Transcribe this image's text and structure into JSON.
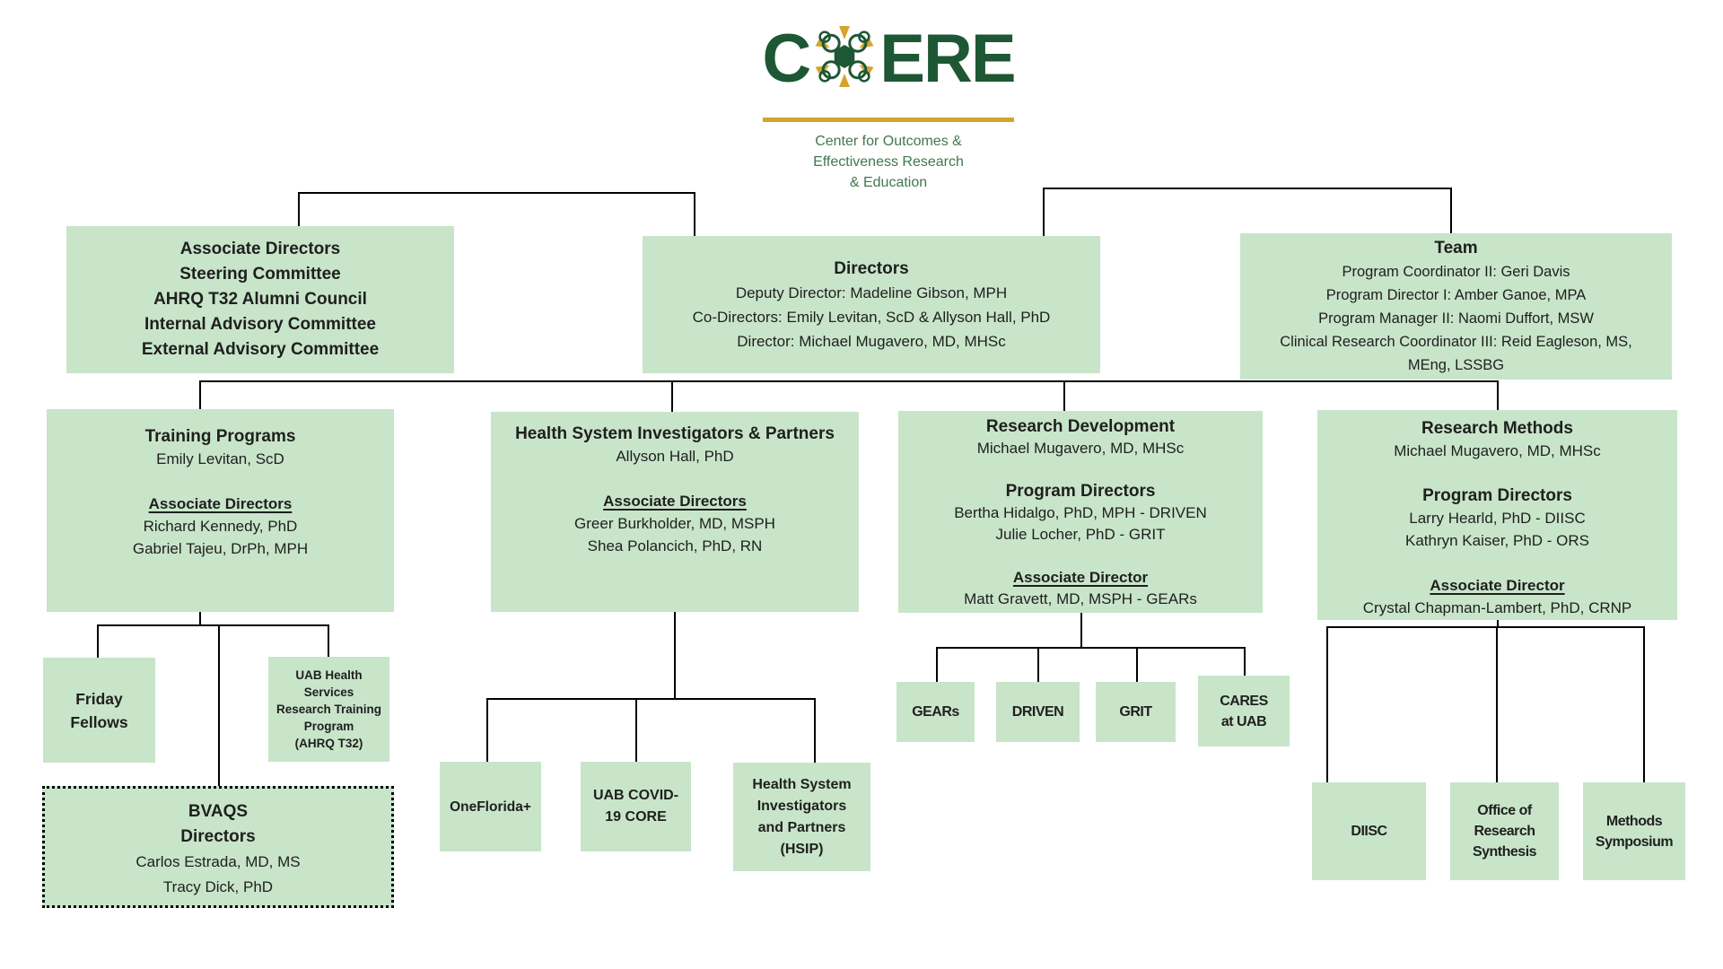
{
  "colors": {
    "box_fill": "#c8e5c9",
    "brand_green": "#1d5733",
    "tagline_green": "#40784f",
    "gold": "#d5a42b",
    "connector": "#000000"
  },
  "logo": {
    "word_start": "C",
    "word_end": "ERE",
    "tagline": [
      "Center for Outcomes &",
      "Effectiveness Research",
      "& Education"
    ]
  },
  "top_left": {
    "lines": [
      "Associate Directors",
      "Steering Committee",
      "AHRQ T32 Alumni Council",
      "Internal Advisory Committee",
      "External Advisory Committee"
    ]
  },
  "directors": {
    "title": "Directors",
    "lines": [
      "Deputy Director: Madeline Gibson, MPH",
      "Co-Directors: Emily Levitan, ScD & Allyson Hall, PhD",
      "Director: Michael Mugavero, MD, MHSc"
    ]
  },
  "team": {
    "title": "Team",
    "lines": [
      "Program Coordinator II: Geri Davis",
      "Program Director I: Amber Ganoe, MPA",
      "Program Manager II: Naomi Duffort, MSW",
      "Clinical Research Coordinator III: Reid Eagleson, MS,",
      "MEng, LSSBG"
    ]
  },
  "training": {
    "title": "Training Programs",
    "lead": "Emily Levitan, ScD",
    "section_title": "Associate Directors",
    "members": [
      "Richard Kennedy, PhD",
      "Gabriel Tajeu, DrPh, MPH"
    ]
  },
  "hsp": {
    "title": "Health System Investigators & Partners",
    "lead": "Allyson Hall, PhD",
    "section_title": "Associate Directors",
    "members": [
      "Greer Burkholder, MD, MSPH",
      "Shea Polancich, PhD, RN"
    ]
  },
  "research_dev": {
    "title": "Research Development",
    "lead": "Michael Mugavero, MD, MHSc",
    "pd_title": "Program Directors",
    "pd_members": [
      "Bertha Hidalgo, PhD, MPH - DRIVEN",
      "Julie Locher, PhD - GRIT"
    ],
    "ad_title": "Associate Director",
    "ad_members": [
      "Matt Gravett, MD, MSPH - GEARs"
    ]
  },
  "research_methods": {
    "title": "Research Methods",
    "lead": "Michael Mugavero, MD, MHSc",
    "pd_title": "Program Directors",
    "pd_members": [
      "Larry Hearld, PhD - DIISC",
      "Kathryn Kaiser, PhD - ORS"
    ],
    "ad_title": "Associate Director",
    "ad_members": [
      "Crystal Chapman-Lambert, PhD, CRNP"
    ]
  },
  "friday_fellows": {
    "lines": [
      "Friday",
      "Fellows"
    ]
  },
  "ahrq_t32": {
    "lines": [
      "UAB Health",
      "Services",
      "Research Training",
      "Program",
      "(AHRQ T32)"
    ]
  },
  "bvaqs": {
    "title": "BVAQS",
    "subtitle": "Directors",
    "members": [
      "Carlos Estrada, MD, MS",
      "Tracy Dick, PhD"
    ]
  },
  "oneflorida": {
    "label": "OneFlorida+"
  },
  "covid_core": {
    "lines": [
      "UAB COVID-",
      "19 CORE"
    ]
  },
  "hsip": {
    "lines": [
      "Health System",
      "Investigators",
      "and Partners",
      "(HSIP)"
    ]
  },
  "gears": {
    "label": "GEARs"
  },
  "driven": {
    "label": "DRIVEN"
  },
  "grit": {
    "label": "GRIT"
  },
  "cares": {
    "lines": [
      "CARES",
      "at UAB"
    ]
  },
  "diisc": {
    "label": "DIISC"
  },
  "ors": {
    "lines": [
      "Office of",
      "Research",
      "Synthesis"
    ]
  },
  "methods_symposium": {
    "lines": [
      "Methods",
      "Symposium"
    ]
  }
}
